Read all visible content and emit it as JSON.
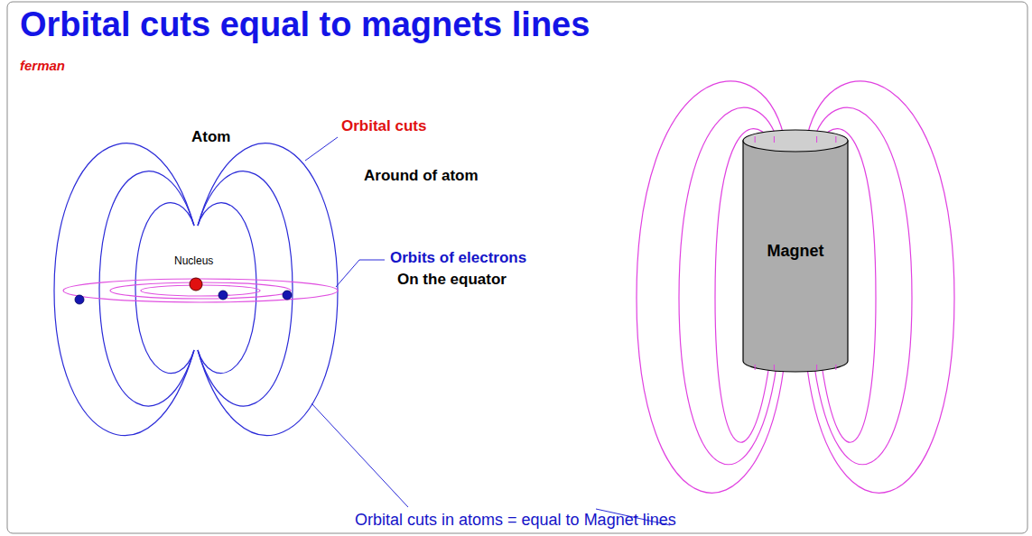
{
  "diagram": {
    "title": "Orbital cuts equal to magnets lines",
    "nodes": [
      {
        "text": [
          "Magnet"
        ]
      }
    ],
    "labels": [
      "ferman",
      "Atom",
      "Orbital cuts",
      "Around of atom",
      "Nucleus",
      "Orbits of electrons",
      "On the equator",
      "Orbital cuts in atoms = equal to Magnet lines"
    ]
  }
}
